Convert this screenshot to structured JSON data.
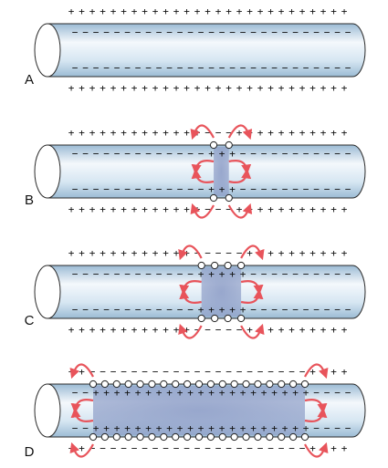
{
  "figure": {
    "signs": {
      "plus": "+",
      "minus": "−"
    },
    "colors": {
      "cylinder_light": "#f4f8fc",
      "cylinder_mid": "#d6e6f2",
      "cylinder_edge": "#9bbbd4",
      "cylinder_outline": "#2a2a2a",
      "active_region": "#8f9fc8",
      "current_arrow": "#e8545b",
      "channel_fill": "#ffffff",
      "channel_outline": "#222222",
      "text": "#111111"
    },
    "panels": [
      {
        "letter": "A",
        "depolarized_fraction": 0.0,
        "open_channels_per_side": 0,
        "current_loops": false
      },
      {
        "letter": "B",
        "depolarized_fraction": 0.05,
        "open_channels_per_side": 2,
        "current_loops": true
      },
      {
        "letter": "C",
        "depolarized_fraction": 0.13,
        "open_channels_per_side": 4,
        "current_loops": true
      },
      {
        "letter": "D",
        "depolarized_fraction": 0.75,
        "open_channels_per_side": 19,
        "current_loops": true
      }
    ]
  }
}
